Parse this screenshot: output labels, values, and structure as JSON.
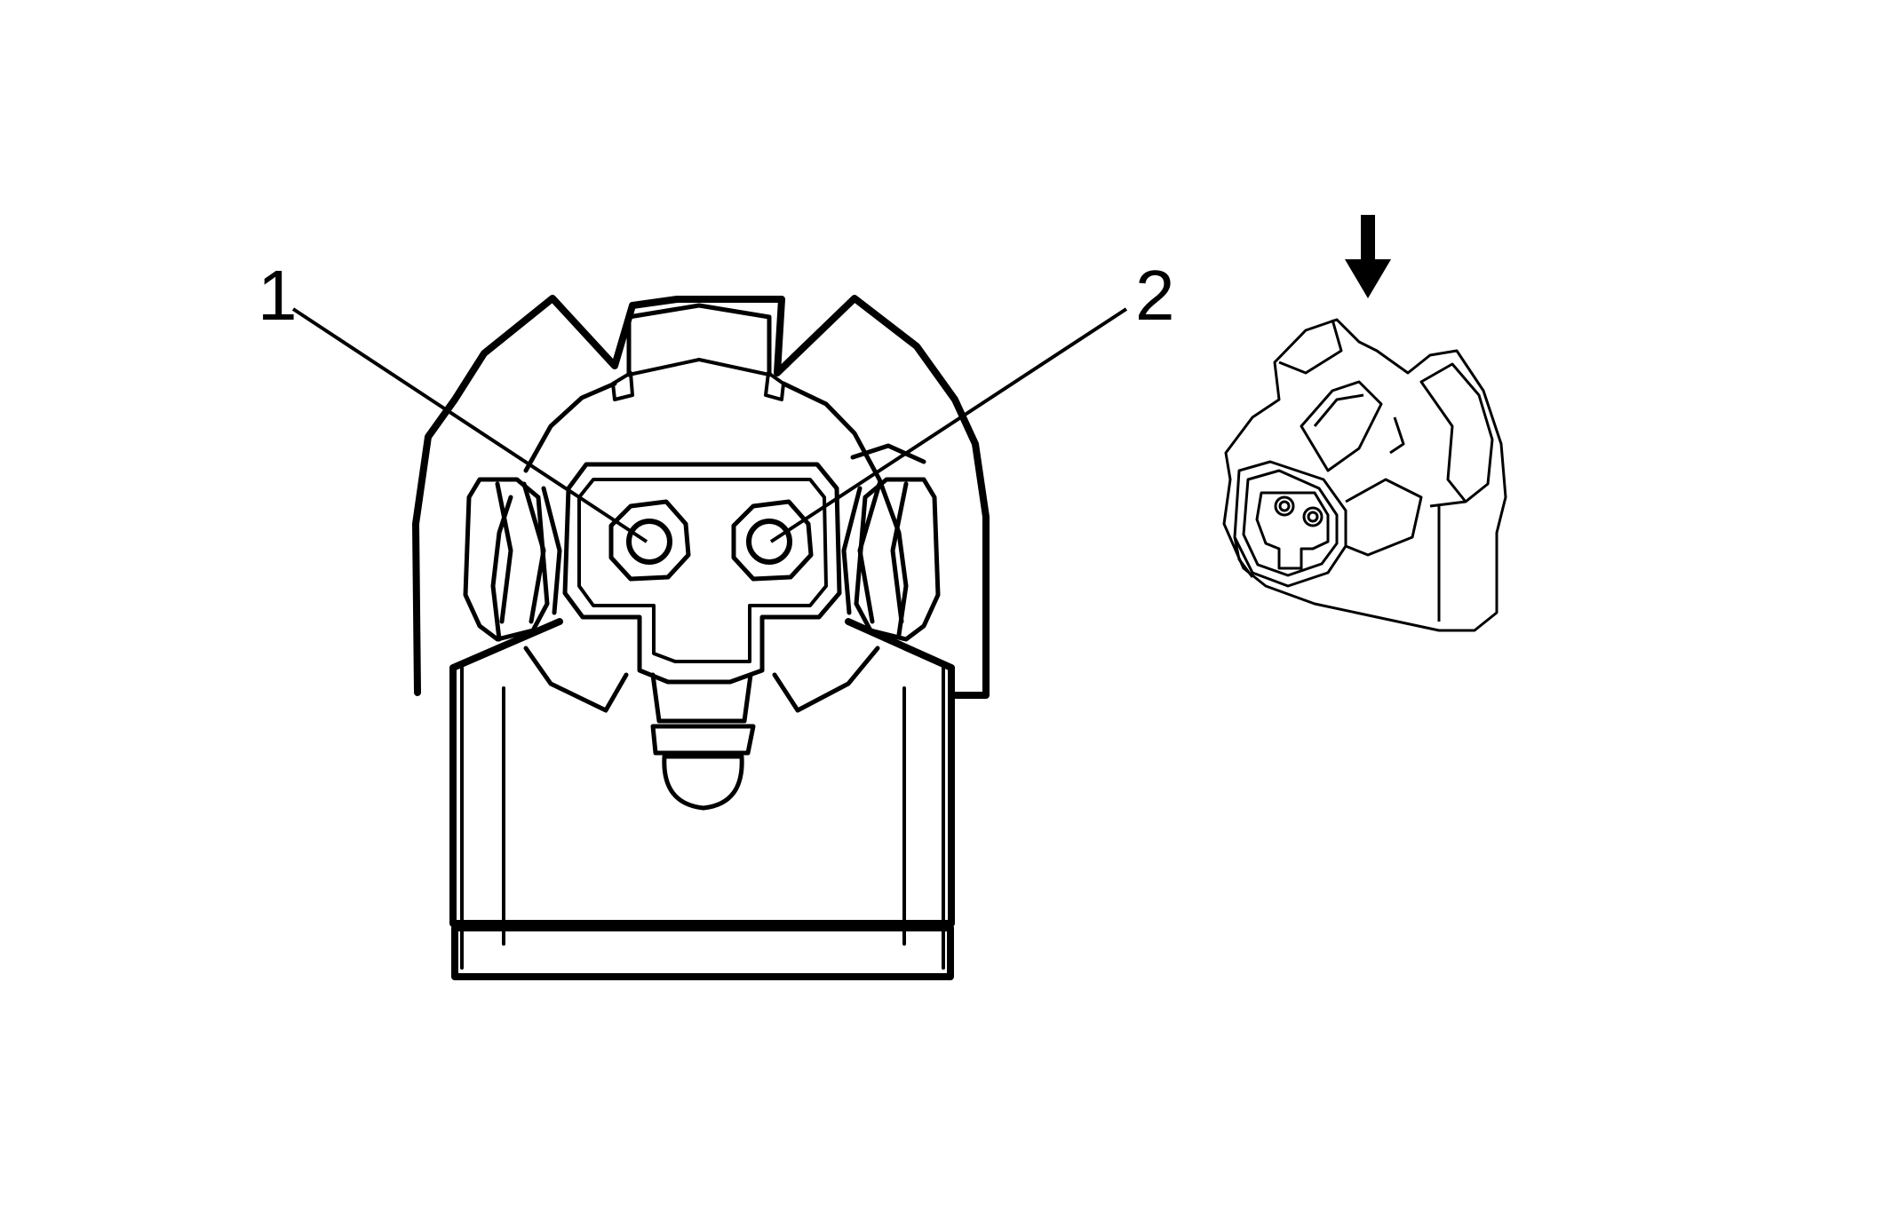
{
  "colors": {
    "line": "#000000",
    "background": "#ffffff"
  },
  "callouts": [
    {
      "label": "1",
      "target": "terminal-1"
    },
    {
      "label": "2",
      "target": "terminal-2"
    }
  ],
  "icons": {
    "locator_arrow": "down-arrow-icon"
  }
}
